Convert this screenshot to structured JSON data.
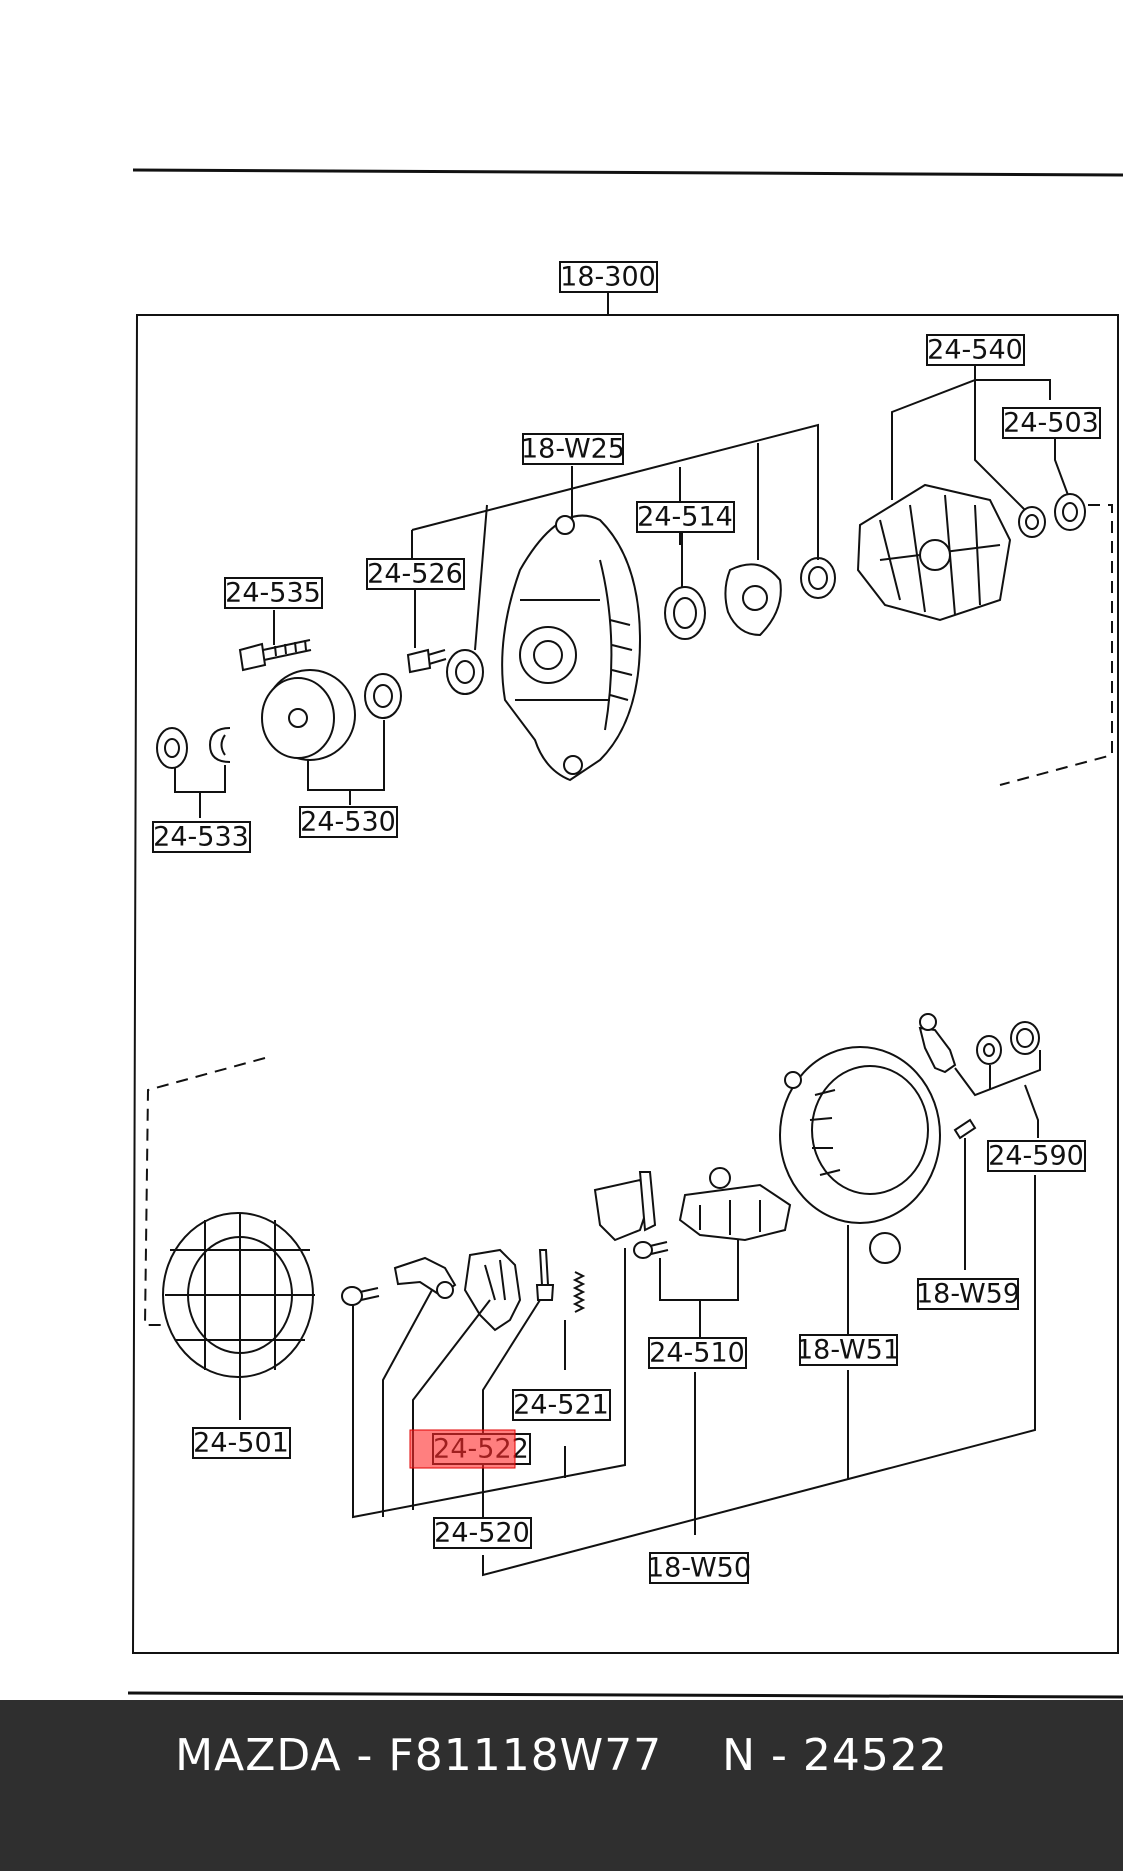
{
  "labels": {
    "l18_300": "18-300",
    "l24_540": "24-540",
    "l24_503": "24-503",
    "l18_W25": "18-W25",
    "l24_514": "24-514",
    "l24_526": "24-526",
    "l24_535": "24-535",
    "l24_533": "24-533",
    "l24_530": "24-530",
    "l24_590": "24-590",
    "l18_W59": "18-W59",
    "l24_510": "24-510",
    "l18_W51": "18-W51",
    "l24_521": "24-521",
    "l24_522": "24-522",
    "l24_501": "24-501",
    "l24_520": "24-520",
    "l18_W50": "18-W50"
  },
  "highlighted_part": "24-522",
  "highlight_color": "#ff2a2a",
  "footer": {
    "text": "MAZDA - F81118W77    N - 24522",
    "background": "#2f2f2f"
  }
}
